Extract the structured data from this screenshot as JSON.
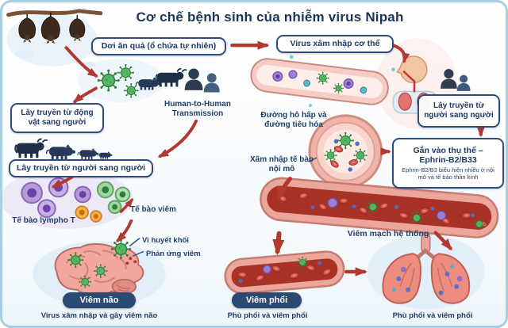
{
  "title": "Cơ chế bệnh sinh của nhiễm virus Nipah",
  "palette": {
    "navy_text": "#1d3a66",
    "box_border": "#2e4d7b",
    "arrow_red": "#b2392f",
    "virus_green": "#56b865",
    "vessel_pink": "#eba79c",
    "blood_red": "#a93226",
    "badge_bg": "#2a4a74",
    "frame_blue": "#a9cde3"
  },
  "boxes": {
    "bat_reservoir": "Dơi ăn quả (ổ chứa tự nhiên)",
    "virus_entry": "Virus xâm nhập cơ thể",
    "animal_to_human": "Lây truyền từ động vật sang người",
    "person_to_person_left": "Lây truyền từ người sang người",
    "person_to_person_right": "Lây truyền từ người sang người",
    "ephrin_receptor": "Gắn vào thụ thể – Ephrin-B2/B33",
    "ephrin_note": "Ephrin-B2/B3 biểu hiện nhiều ở nội mô và tế bào thần kinh"
  },
  "labels": {
    "human_to_human": "Human-to-Human Transmission",
    "respiratory_digestive": "Đường hô hấp và đường tiêu hóa",
    "endothelial_invasion": "Xâm nhập tế bào nội mô",
    "t_lymphocyte": "Tế bào lympho T",
    "inflammatory_cell": "Tế bào viêm",
    "microthrombus": "Vi huyết khối",
    "inflammatory_response": "Phản ứng viêm",
    "systemic_vasculitis": "Viêm mạch hệ thống"
  },
  "outcomes": {
    "encephalitis_badge": "Viêm não",
    "encephalitis_caption": "Virus xâm nhập và gây viêm não",
    "pneumonia_badge": "Viêm phổi",
    "pneumonia_caption": "Phù phổi và viêm phổi",
    "lung_caption": "Phù phổi và viêm phổi"
  },
  "icons": [
    "bat-icon",
    "virus-icon",
    "pig-icon",
    "cow-icon",
    "person-bust-icon",
    "head-airway-icon",
    "upper-vessel-illustration",
    "vessel-cross-section-illustration",
    "systemic-vessel-illustration",
    "pulmonary-vessel-illustration",
    "brain-illustration",
    "lungs-illustration",
    "t-cell-icon",
    "inflammatory-cell-icon",
    "monocyte-icon",
    "arrow-icon"
  ]
}
